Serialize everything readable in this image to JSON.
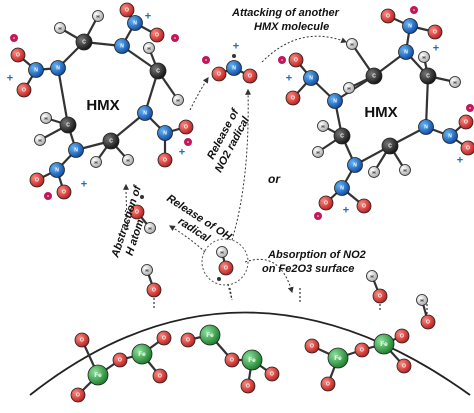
{
  "molecule_label_left": "HMX",
  "molecule_label_right": "HMX",
  "labels": {
    "attacking": [
      "Attacking of another",
      "HMX molecule"
    ],
    "release_no2": [
      "Release of",
      "NO2 radical"
    ],
    "or": "or",
    "release_oh": [
      "Release of OH",
      "radical"
    ],
    "abstraction": [
      "Abstraction of",
      "H atom"
    ],
    "absorption": [
      "Absorption of NO2",
      "on Fe2O3 surface"
    ]
  },
  "atom_letters": {
    "hydrogen": "H",
    "oxygen": "O",
    "nitrogen": "N",
    "carbon": "C",
    "iron": "Fe"
  },
  "charges": {
    "plus": "+",
    "minus": "-"
  },
  "colors": {
    "oxygen": "#d32f2f",
    "nitrogen": "#1e6fb8",
    "carbon": "#222222",
    "hydrogen": "#dcdcdc",
    "iron": "#3aa84a",
    "plus_charge": "#1e6fb8",
    "minus_charge": "#c2185b"
  }
}
